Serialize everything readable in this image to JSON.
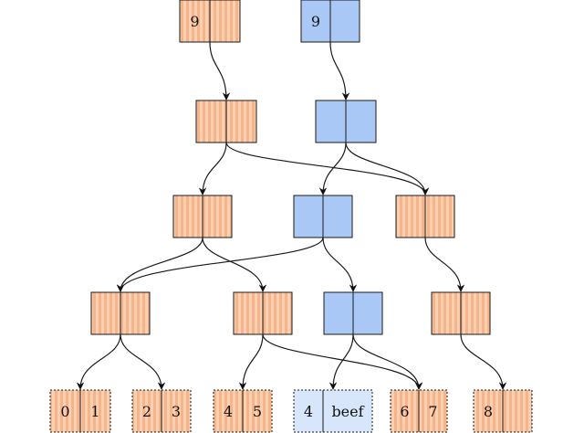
{
  "colors": {
    "orange_fill": "#f5b48a",
    "orange_stripe": "#f9d0b1",
    "blue_fill": "#aac8f5",
    "blue_leaf_fill": "#d7e6fb",
    "stroke": "#1a1a1a"
  },
  "nodes": [
    {
      "id": "o-root",
      "color": "orange",
      "level": 0,
      "left": "9",
      "right": ""
    },
    {
      "id": "b-root",
      "color": "blue",
      "level": 0,
      "left": "9",
      "right": ""
    },
    {
      "id": "o-l1",
      "color": "orange",
      "level": 1,
      "left": "",
      "right": ""
    },
    {
      "id": "b-l1",
      "color": "blue",
      "level": 1,
      "left": "",
      "right": ""
    },
    {
      "id": "o-l2a",
      "color": "orange",
      "level": 2,
      "left": "",
      "right": ""
    },
    {
      "id": "b-l2",
      "color": "blue",
      "level": 2,
      "left": "",
      "right": ""
    },
    {
      "id": "o-l2b",
      "color": "orange",
      "level": 2,
      "left": "",
      "right": ""
    },
    {
      "id": "o-l3a",
      "color": "orange",
      "level": 3,
      "left": "",
      "right": ""
    },
    {
      "id": "o-l3b",
      "color": "orange",
      "level": 3,
      "left": "",
      "right": ""
    },
    {
      "id": "b-l3",
      "color": "blue",
      "level": 3,
      "left": "",
      "right": ""
    },
    {
      "id": "o-l3c",
      "color": "orange",
      "level": 3,
      "left": "",
      "right": ""
    },
    {
      "id": "leaf-01",
      "color": "orange",
      "level": 4,
      "left": "0",
      "right": "1"
    },
    {
      "id": "leaf-23",
      "color": "orange",
      "level": 4,
      "left": "2",
      "right": "3"
    },
    {
      "id": "leaf-45",
      "color": "orange",
      "level": 4,
      "left": "4",
      "right": "5"
    },
    {
      "id": "leaf-4beef",
      "color": "blue",
      "level": 4,
      "left": "4",
      "right": "beef"
    },
    {
      "id": "leaf-67",
      "color": "orange",
      "level": 4,
      "left": "6",
      "right": "7"
    },
    {
      "id": "leaf-8",
      "color": "orange",
      "level": 4,
      "left": "8",
      "right": ""
    }
  ],
  "edges": [
    [
      "o-root",
      "o-l1"
    ],
    [
      "b-root",
      "b-l1"
    ],
    [
      "o-l1",
      "o-l2a"
    ],
    [
      "o-l1",
      "o-l2b"
    ],
    [
      "b-l1",
      "b-l2"
    ],
    [
      "b-l1",
      "o-l2b"
    ],
    [
      "o-l2a",
      "o-l3a"
    ],
    [
      "o-l2a",
      "o-l3b"
    ],
    [
      "b-l2",
      "o-l3a"
    ],
    [
      "b-l2",
      "b-l3"
    ],
    [
      "o-l2b",
      "o-l3c"
    ],
    [
      "o-l3a",
      "leaf-01"
    ],
    [
      "o-l3a",
      "leaf-23"
    ],
    [
      "o-l3b",
      "leaf-45"
    ],
    [
      "o-l3b",
      "leaf-67"
    ],
    [
      "b-l3",
      "leaf-4beef"
    ],
    [
      "b-l3",
      "leaf-67"
    ],
    [
      "o-l3c",
      "leaf-8"
    ]
  ]
}
